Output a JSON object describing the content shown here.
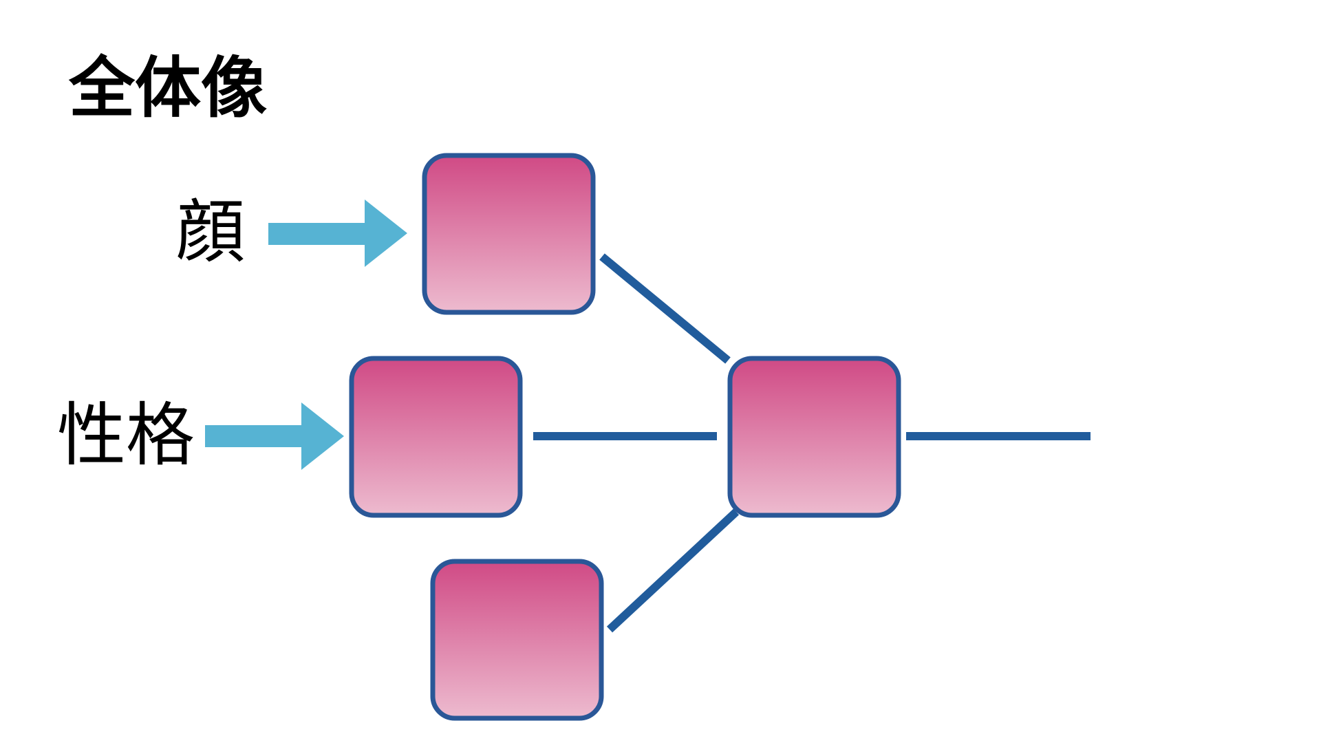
{
  "slide": {
    "title": "全体像"
  },
  "inputs": {
    "face": "顔",
    "personality": "性格"
  },
  "colors": {
    "arrow": "#56B3D3",
    "connector": "#215C9C",
    "node_border": "#2A5797",
    "node_fill_top": "#D04A85",
    "node_fill_bottom": "#EDBBCF"
  }
}
